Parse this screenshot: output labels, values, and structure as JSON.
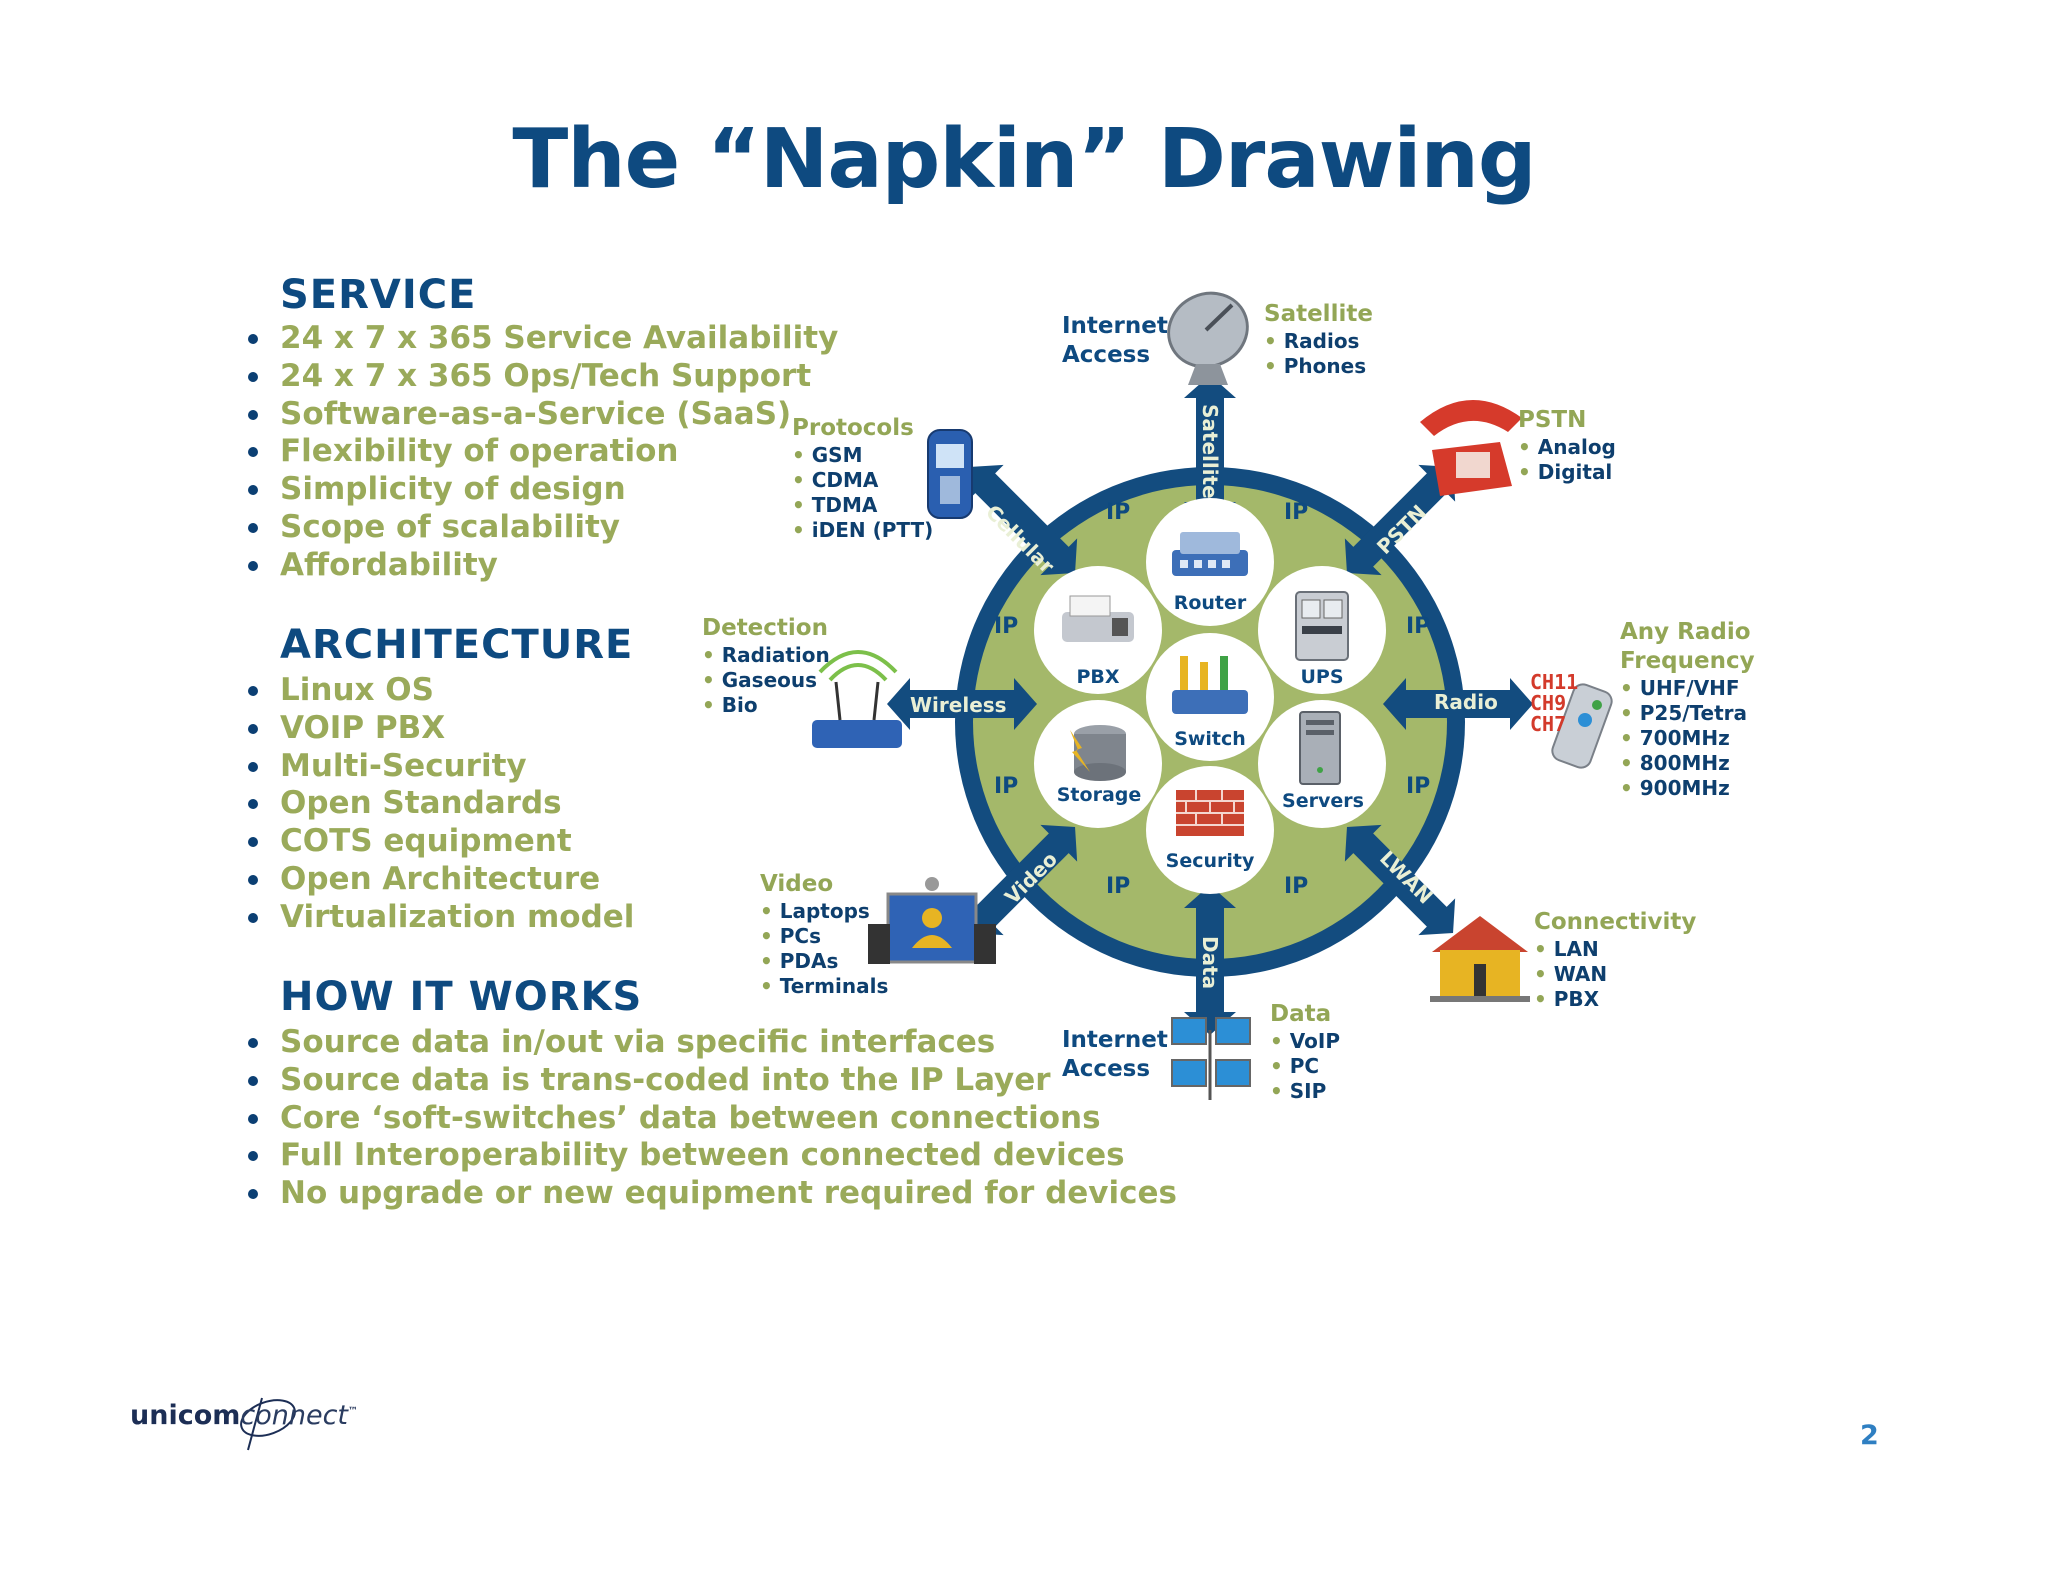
{
  "title": "The “Napkin” Drawing",
  "service": {
    "heading": "SERVICE",
    "items": [
      "24 x 7 x 365 Service Availability",
      "24 x 7 x 365 Ops/Tech Support",
      "Software-as-a-Service (SaaS)",
      "Flexibility of operation",
      "Simplicity of design",
      "Scope of scalability",
      "Affordability"
    ]
  },
  "architecture": {
    "heading": "ARCHITECTURE",
    "items": [
      "Linux OS",
      "VOIP PBX",
      "Multi-Security",
      "Open Standards",
      "COTS equipment",
      "Open Architecture",
      "Virtualization model"
    ]
  },
  "how_it_works": {
    "heading": "HOW IT WORKS",
    "items": [
      "Source data in/out via specific interfaces",
      "Source data is trans-coded into the IP Layer",
      "Core ‘soft-switches’ data between connections",
      "Full Interoperability between connected devices",
      "No upgrade or new equipment required for devices"
    ]
  },
  "diagram": {
    "arrows": {
      "satellite": "Satellite",
      "pstn": "PSTN",
      "radio": "Radio",
      "lwan": "LWAN",
      "data": "Data",
      "video": "Video",
      "wireless": "Wireless",
      "cellular": "Cellular"
    },
    "ip_label": "IP",
    "nodes": {
      "router": "Router",
      "pbx": "PBX",
      "ups": "UPS",
      "switch": "Switch",
      "storage": "Storage",
      "servers": "Servers",
      "security": "Security"
    },
    "satellite": {
      "title": "Satellite",
      "items": [
        "Radios",
        "Phones"
      ]
    },
    "internet_access_top": {
      "line1": "Internet",
      "line2": "Access"
    },
    "pstn": {
      "title": "PSTN",
      "items": [
        "Analog",
        "Digital"
      ]
    },
    "protocols": {
      "title": "Protocols",
      "items": [
        "GSM",
        "CDMA",
        "TDMA",
        "iDEN (PTT)"
      ]
    },
    "detection": {
      "title": "Detection",
      "items": [
        "Radiation",
        "Gaseous",
        "Bio"
      ]
    },
    "radio_freq": {
      "title1": "Any Radio",
      "title2": "Frequency",
      "items": [
        "UHF/VHF",
        "P25/Tetra",
        "700MHz",
        "800MHz",
        "900MHz"
      ]
    },
    "video": {
      "title": "Video",
      "items": [
        "Laptops",
        "PCs",
        "PDAs",
        "Terminals"
      ]
    },
    "connectivity": {
      "title": "Connectivity",
      "items": [
        "LAN",
        "WAN",
        "PBX"
      ]
    },
    "data": {
      "title": "Data",
      "items": [
        "VoIP",
        "PC",
        "SIP"
      ]
    },
    "internet_access_bottom": {
      "line1": "Internet",
      "line2": "Access"
    },
    "radio_display": [
      "CH11",
      "CH9",
      "CH7"
    ]
  },
  "footer": {
    "logo_main": "unicom",
    "logo_connect": "connect",
    "logo_tm": "™",
    "page_number": "2"
  },
  "colors": {
    "title": "#0e4a80",
    "olive_text": "#9aaa5a",
    "ring_blue": "#134c7f",
    "ring_green": "#a4b86a",
    "page_number": "#2f7fc2"
  }
}
